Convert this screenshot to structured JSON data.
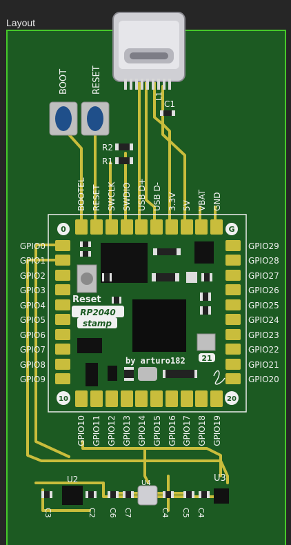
{
  "panel": {
    "title": "Layout"
  },
  "buttons": {
    "boot": "BOOT",
    "reset": "RESET"
  },
  "resistors": [
    "R2",
    "R1"
  ],
  "c1": "C1",
  "l1": "L1",
  "top_pins": [
    "BOOTEL",
    "RESET",
    "SWCLK",
    "SWDIO",
    "USB D+",
    "USB D-",
    "3.3V",
    "5V",
    "VBAT",
    "GND"
  ],
  "left_pins": [
    "GPIO0",
    "GPIO1",
    "GPIO2",
    "GPIO3",
    "GPIO4",
    "GPIO5",
    "GPIO6",
    "GPIO7",
    "GPIO8",
    "GPIO9"
  ],
  "right_pins": [
    "GPIO29",
    "GPIO28",
    "GPIO27",
    "GPIO26",
    "GPIO25",
    "GPIO24",
    "GPIO23",
    "GPIO22",
    "GPIO21",
    "GPIO20"
  ],
  "bottom_pins": [
    "GPIO10",
    "GPIO11",
    "GPIO12",
    "GPIO13",
    "GPIO14",
    "GPIO15",
    "GPIO16",
    "GPIO17",
    "GPIO18",
    "GPIO19"
  ],
  "corners": {
    "tl": "0",
    "tr": "G",
    "bl": "10",
    "br": "20"
  },
  "stamp": {
    "reset": "Reset",
    "name": "RP2040",
    "sub": "stamp",
    "by": "by arturo182",
    "num": "21"
  },
  "bottom_parts": {
    "u2": "U2",
    "u3": "U3",
    "u4": "U4",
    "c3": "C3",
    "c2": "C2",
    "c6": "C6",
    "c7": "C7",
    "c4b": "C4",
    "c5": "C5",
    "c4": "C4"
  }
}
